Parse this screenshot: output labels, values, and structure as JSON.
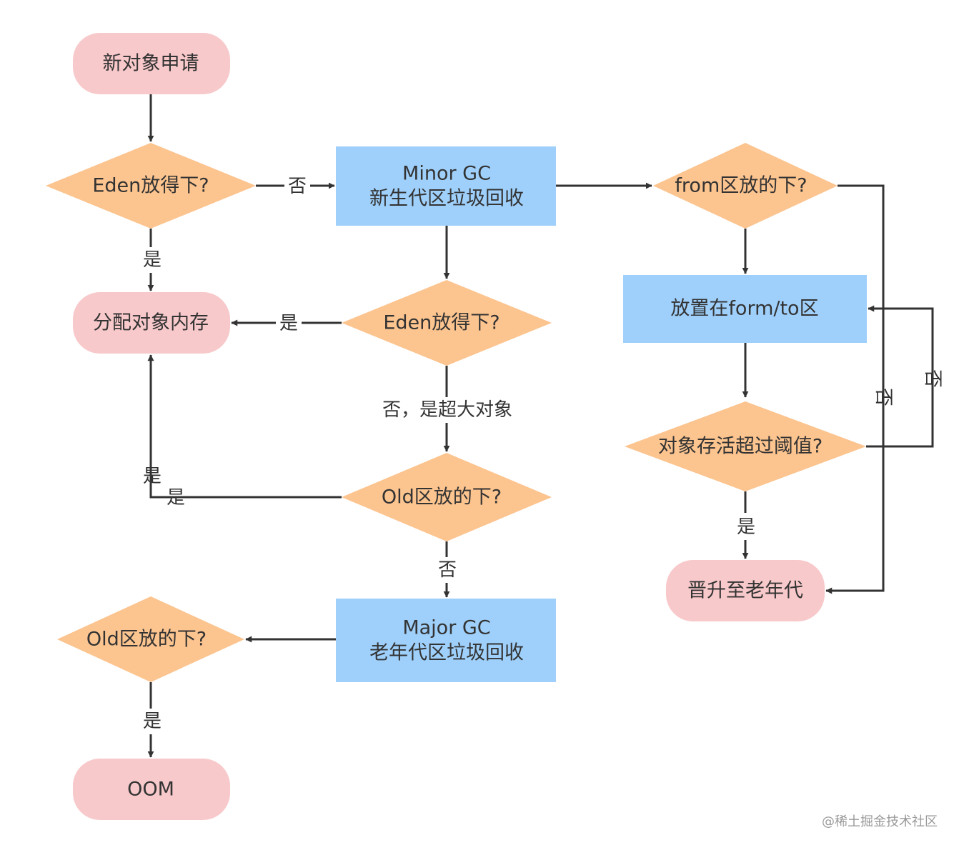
{
  "colors": {
    "terminal": "#f8c9cb",
    "decision": "#fcc48f",
    "process": "#9fd0fb",
    "line": "#333333",
    "text": "#333333"
  },
  "nodes": {
    "new_object_request": "新对象申请",
    "eden_fits_1": "Eden放得下?",
    "minor_gc_line1": "Minor GC",
    "minor_gc_line2": "新生代区垃圾回收",
    "from_fits": "from区放的下?",
    "allocate_memory": "分配对象内存",
    "eden_fits_2": "Eden放得下?",
    "place_in_from_to": "放置在form/to区",
    "age_exceeds_threshold": "对象存活超过阈值?",
    "old_fits_1": "Old区放的下?",
    "promote_old_gen": "晋升至老年代",
    "major_gc_line1": "Major GC",
    "major_gc_line2": "老年代区垃圾回收",
    "old_fits_2": "Old区放的下?",
    "oom": "OOM"
  },
  "edges": {
    "eden1_no": "否",
    "eden1_yes": "是",
    "eden2_yes": "是",
    "eden2_no_huge": "否，是超大对象",
    "old1_yes_a": "是",
    "old1_yes_b": "是",
    "old1_no": "否",
    "old2_yes": "是",
    "from_no": "否",
    "threshold_no": "否",
    "threshold_yes": "是"
  },
  "watermark": "@稀土掘金技术社区"
}
